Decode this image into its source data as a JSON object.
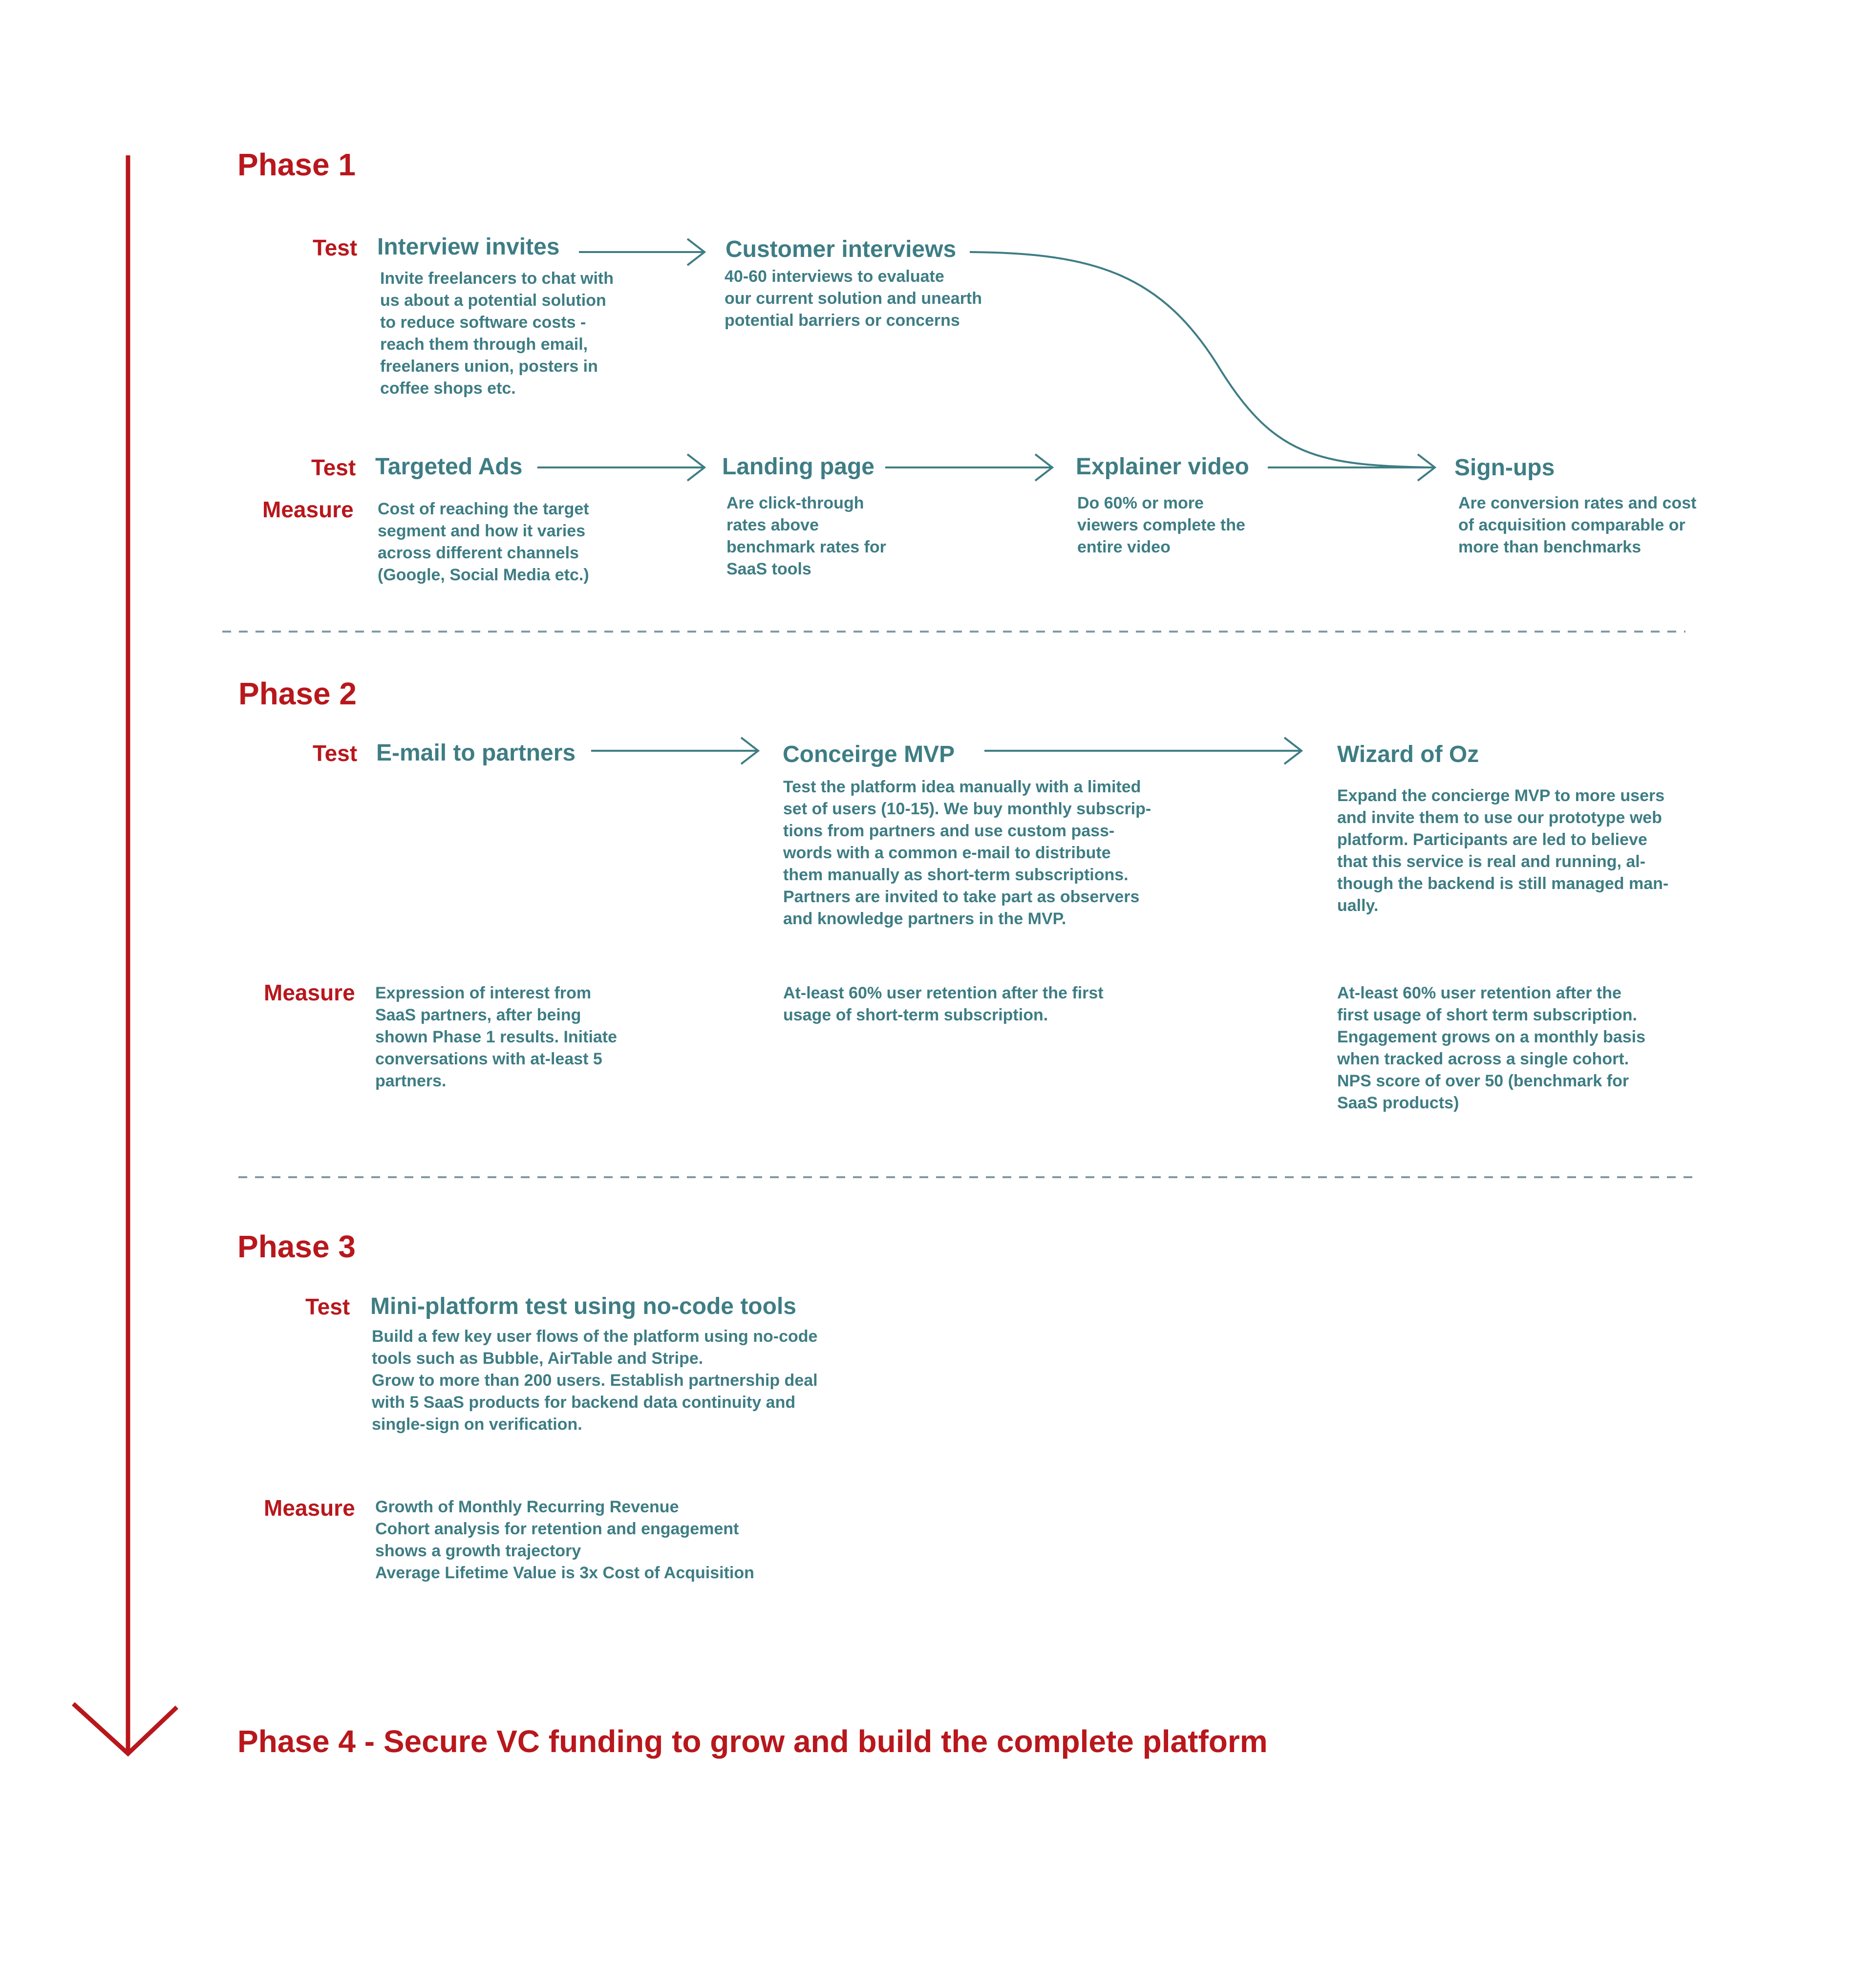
{
  "colors": {
    "accent": "#b8171c",
    "text": "#3e7d84",
    "connector": "#3e7d84",
    "divider": "#7d9aa5"
  },
  "phase1": {
    "title": "Phase 1",
    "test_label": "Test",
    "test2_label": "Test",
    "measure_label": "Measure",
    "interview_invites": {
      "title": "Interview invites",
      "desc": "Invite freelancers to chat with\nus about a potential solution\nto reduce software costs -\nreach them through email,\nfreelaners union, posters in\ncoffee shops etc."
    },
    "customer_interviews": {
      "title": "Customer interviews",
      "desc": "40-60 interviews to evaluate\nour current solution and unearth\npotential barriers or concerns"
    },
    "targeted_ads": {
      "title": "Targeted Ads",
      "desc": "Cost of reaching the target\nsegment and how it varies\nacross different channels\n(Google, Social Media etc.)"
    },
    "landing_page": {
      "title": "Landing page",
      "desc": "Are click-through\nrates above\nbenchmark rates for\nSaaS tools"
    },
    "explainer_video": {
      "title": "Explainer video",
      "desc": "Do 60% or more\nviewers complete the\nentire video"
    },
    "sign_ups": {
      "title": "Sign-ups",
      "desc": "Are conversion rates and cost\nof acquisition comparable or\nmore than benchmarks"
    }
  },
  "phase2": {
    "title": "Phase 2",
    "test_label": "Test",
    "measure_label": "Measure",
    "email_partners": {
      "title": "E-mail to partners",
      "measure": "Expression of interest from\nSaaS partners, after being\nshown Phase 1 results. Initiate\nconversations with at-least 5\npartners."
    },
    "concierge_mvp": {
      "title": "Conceirge MVP",
      "desc": "Test the platform idea manually with a limited\nset of users (10-15). We buy monthly subscrip-\ntions from partners and use custom pass-\nwords with a common e-mail to distribute\nthem manually as short-term subscriptions.\nPartners are invited to take part as observers\nand knowledge partners in the MVP.",
      "measure": "At-least 60% user retention after the first\nusage of short-term subscription."
    },
    "wizard_of_oz": {
      "title": "Wizard of Oz",
      "desc": "Expand the concierge MVP to more users\nand invite them to use our prototype web\nplatform. Participants are led to believe\nthat this service is real and running, al-\nthough the backend is still managed man-\nually.",
      "measure": "At-least 60% user retention after the\nfirst usage of short term subscription.\nEngagement grows on a monthly basis\nwhen tracked across a single cohort.\nNPS score of over 50 (benchmark for\nSaaS products)"
    }
  },
  "phase3": {
    "title": "Phase 3",
    "test_label": "Test",
    "measure_label": "Measure",
    "mini_platform": {
      "title": "Mini-platform test using no-code tools",
      "desc": "Build a few key user flows of the platform using no-code\ntools such as Bubble, AirTable and Stripe.\nGrow to more than 200 users. Establish partnership deal\nwith 5 SaaS products for backend data continuity and\nsingle-sign on verification.",
      "measure": "Growth of Monthly Recurring Revenue\nCohort analysis for retention and engagement\nshows a growth trajectory\nAverage Lifetime Value is 3x Cost of Acquisition"
    }
  },
  "phase4": {
    "title": "Phase 4 - Secure VC funding to grow and build the complete platform"
  }
}
